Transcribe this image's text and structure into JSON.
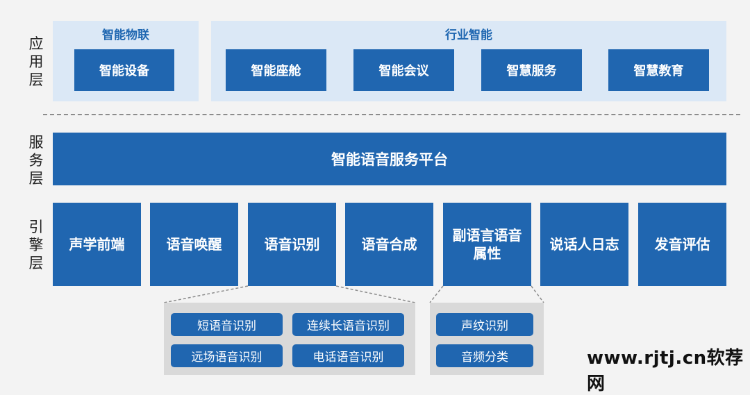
{
  "layers": {
    "application": [
      "应",
      "用",
      "层"
    ],
    "service": [
      "服",
      "务",
      "层"
    ],
    "engine": [
      "引",
      "擎",
      "层"
    ]
  },
  "application": {
    "iot": {
      "title": "智能物联",
      "items": [
        "智能设备"
      ]
    },
    "industry": {
      "title": "行业智能",
      "items": [
        "智能座舱",
        "智能会议",
        "智慧服务",
        "智慧教育"
      ]
    }
  },
  "service": {
    "platform": "智能语音服务平台"
  },
  "engine": {
    "modules": [
      "声学前端",
      "语音唤醒",
      "语音识别",
      "语音合成",
      "副语言语音属性",
      "说话人日志",
      "发音评估"
    ]
  },
  "details": {
    "speech_recognition": [
      "短语音识别",
      "连续长语音识别",
      "远场语音识别",
      "电话语音识别"
    ],
    "paralinguistic": [
      "声纹识别",
      "音频分类"
    ]
  },
  "watermark": "www.rjtj.cn软荐网",
  "colors": {
    "primary": "#2066b0",
    "panel": "#dbe8f6",
    "detail_panel": "#d9d9d9"
  }
}
